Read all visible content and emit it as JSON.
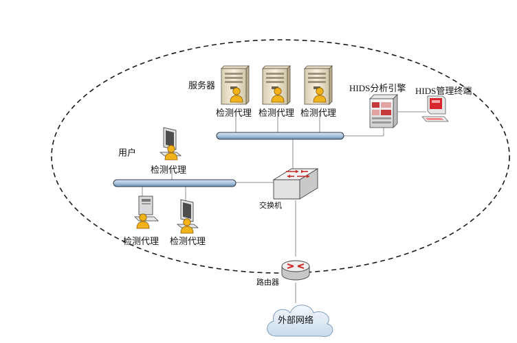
{
  "labels": {
    "servers_group": "服务器",
    "server_agent_1": "检测代理",
    "server_agent_2": "检测代理",
    "server_agent_3": "检测代理",
    "hids_engine": "HIDS分析引擎",
    "hids_terminal": "HIDS管理终端",
    "users_group": "用户",
    "user_agent_1": "检测代理",
    "user_agent_2": "检测代理",
    "user_agent_3": "检测代理",
    "switch": "交换机",
    "router": "路由器",
    "internet": "外部网络"
  },
  "colors": {
    "bus": "#a9c4de",
    "bus_stroke": "#2b3a4d",
    "link": "#888888",
    "boundary": "#1a1a1a",
    "person": "#f2b21c",
    "server_body": "#efe6cf",
    "router_arrow": "#d0312d",
    "cloud": "#dde9f4"
  }
}
